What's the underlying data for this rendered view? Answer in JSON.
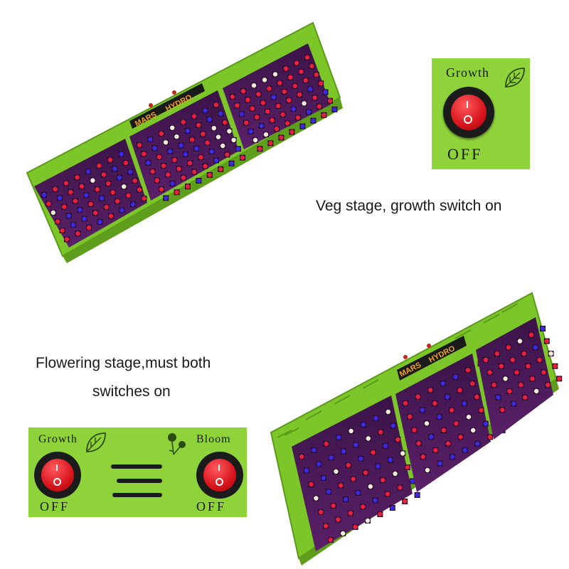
{
  "captions": {
    "veg": "Veg stage, growth switch on",
    "flower_line1": "Flowering stage,must both",
    "flower_line2": "switches on"
  },
  "switch_panel_single": {
    "label": "Growth",
    "off_label": "OFF"
  },
  "switch_panel_dual": {
    "growth_label": "Growth",
    "bloom_label": "Bloom",
    "off_left": "OFF",
    "off_right": "OFF"
  },
  "brand": {
    "left": "MARS",
    "right": "HYDRO"
  },
  "icons": [
    "leaf-icon",
    "flower-icon",
    "rocker-switch-icon",
    "power-mark-icon"
  ],
  "colors": {
    "housing_green": "#7dc62a",
    "panel_green": "#8fd33a",
    "switch_red": "#d8141c",
    "led_red": "#e8203a",
    "led_blue": "#3a2be0",
    "led_white": "#f3ecd8",
    "lens_purple": "#4a1a55"
  }
}
